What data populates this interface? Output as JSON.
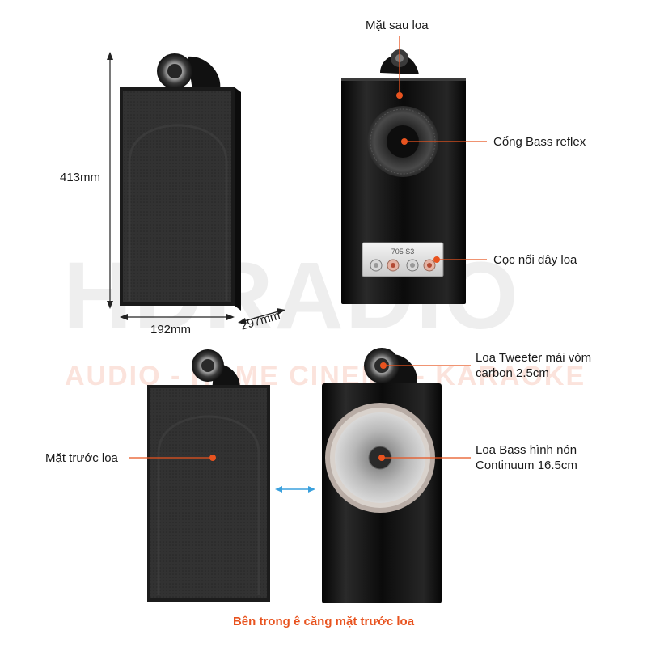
{
  "watermark": {
    "brand": "HDRADIO",
    "tagline": "AUDIO - HOME CINEMA - KARAOKE"
  },
  "dimensions": {
    "height": "413mm",
    "width": "192mm",
    "depth": "297mm"
  },
  "callouts": {
    "rear_side": "Mặt sau loa",
    "bass_reflex": "Cổng Bass reflex",
    "binding_posts": "Cọc nối dây loa",
    "tweeter_line1": "Loa Tweeter mái vòm",
    "tweeter_line2": "carbon 2.5cm",
    "front_grille": "Mặt trước loa",
    "bass_line1": "Loa Bass hình nón",
    "bass_line2": "Continuum 16.5cm"
  },
  "terminal_plate": {
    "model": "705 S3"
  },
  "caption": "Bên trong ê căng mặt trước loa",
  "colors": {
    "accent": "#e8531f",
    "arrow_blue": "#3aa0dd",
    "cabinet": "#141414"
  }
}
